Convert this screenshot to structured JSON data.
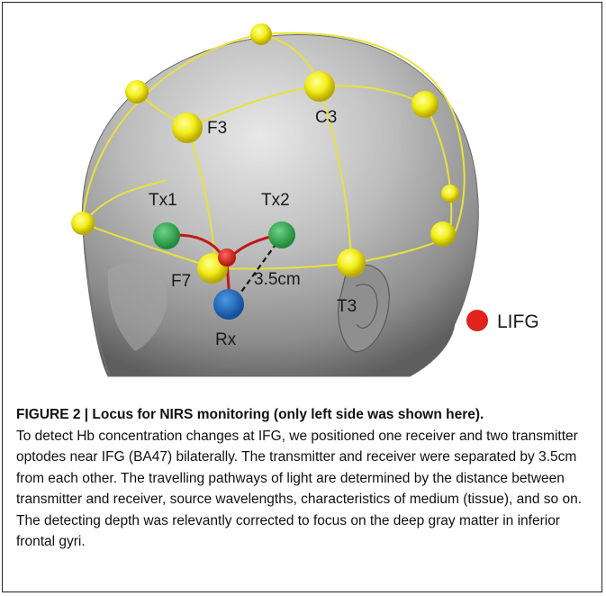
{
  "figure": {
    "labels": {
      "f3": "F3",
      "c3": "C3",
      "tx1": "Tx1",
      "tx2": "Tx2",
      "f7": "F7",
      "distance": "3.5cm",
      "t3": "T3",
      "rx": "Rx"
    },
    "legend": {
      "label": "LIFG",
      "color": "#e0231c"
    },
    "colors": {
      "electrode": "#f2ee1a",
      "grid_line": "#e8e23a",
      "transmitter": "#2ea84a",
      "receiver": "#1e6fc4",
      "light_path": "#c21a12",
      "head": "#9a9a9a"
    }
  },
  "caption": {
    "title": "FIGURE 2 | Locus for NIRS monitoring (only left side was shown here).",
    "body": "To detect Hb concentration changes at IFG, we positioned one receiver and two transmitter optodes near IFG (BA47) bilaterally. The transmitter and receiver were separated by 3.5cm from each other. The travelling pathways of light are determined by the distance between transmitter and receiver, source wavelengths, characteristics of medium (tissue), and so on. The detecting depth was relevantly corrected to focus on the deep gray matter in inferior frontal gyri."
  }
}
